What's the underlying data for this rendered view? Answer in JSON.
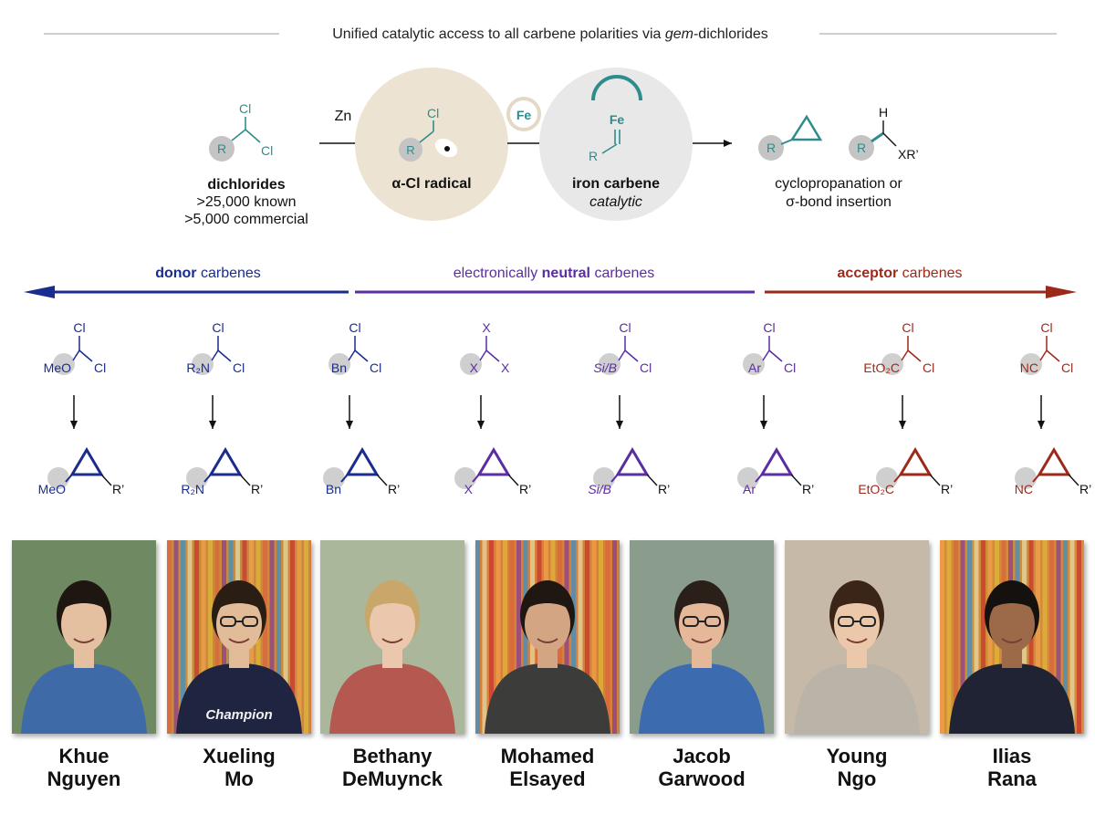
{
  "title": {
    "prefix": "Unified catalytic access to all carbene polarities via ",
    "italic": "gem",
    "suffix": "-dichlorides"
  },
  "colors": {
    "teal": "#2f8c8c",
    "donor": "#1a2c8c",
    "neutral": "#5a2ea0",
    "acceptor": "#9c2a1a",
    "circle_beige": "#ede3d3",
    "circle_gray": "#e8e8e8",
    "group_gray": "#b8b8b8"
  },
  "top": {
    "dichloride": {
      "r": "R",
      "cl1": "Cl",
      "cl2": "Cl",
      "name": "dichlorides",
      "line1": ">25,000 known",
      "line2": ">5,000 commercial"
    },
    "zn": "Zn",
    "radical": {
      "r": "R",
      "cl": "Cl",
      "label": "α-Cl radical"
    },
    "fe_badge": "Fe",
    "carbene": {
      "r": "R",
      "fe": "Fe",
      "label": "iron carbene",
      "sub": "catalytic"
    },
    "products": {
      "r1": "R",
      "r2": "R",
      "h": "H",
      "xr": "XR’",
      "line1": "cyclopropanation or",
      "line2": "σ-bond insertion"
    }
  },
  "polarity": {
    "donor": {
      "bold": "donor",
      "rest": " carbenes"
    },
    "neutral": {
      "pre": "electronically ",
      "bold": "neutral",
      "rest": " carbenes"
    },
    "acceptor": {
      "bold": "acceptor",
      "rest": " carbenes"
    }
  },
  "substrates": [
    {
      "group": "MeO",
      "top": "Cl",
      "right": "Cl",
      "rprime": "R’",
      "polarity": "donor"
    },
    {
      "group": "R₂N",
      "top": "Cl",
      "right": "Cl",
      "rprime": "R’",
      "polarity": "donor"
    },
    {
      "group": "Bn",
      "top": "Cl",
      "right": "Cl",
      "rprime": "R’",
      "polarity": "donor"
    },
    {
      "group": "X",
      "top": "X",
      "right": "X",
      "rprime": "R’",
      "polarity": "neutral"
    },
    {
      "group": "Si/B",
      "top": "Cl",
      "right": "Cl",
      "rprime": "R’",
      "polarity": "neutral"
    },
    {
      "group": "Ar",
      "top": "Cl",
      "right": "Cl",
      "rprime": "R’",
      "polarity": "neutral"
    },
    {
      "group": "EtO₂C",
      "top": "Cl",
      "right": "Cl",
      "rprime": "R’",
      "polarity": "acceptor"
    },
    {
      "group": "NC",
      "top": "Cl",
      "right": "Cl",
      "rprime": "R’",
      "polarity": "acceptor"
    }
  ],
  "people": [
    {
      "first": "Khue",
      "last": "Nguyen",
      "bg": "#6f8a62",
      "shirt": "#3f6aa8",
      "hair": "#1d1611",
      "skin": "#e4c0a0"
    },
    {
      "first": "Xueling",
      "last": "Mo",
      "bg": "#c98a3e",
      "shirt": "#1f2540",
      "hair": "#2a1d14",
      "skin": "#e2bc98",
      "shirt_text": "Champion"
    },
    {
      "first": "Bethany",
      "last": "DeMuynck",
      "bg": "#aab79a",
      "shirt": "#b5584f",
      "hair": "#c9a66a",
      "skin": "#eac7ad"
    },
    {
      "first": "Mohamed",
      "last": "Elsayed",
      "bg": "#d6813a",
      "shirt": "#3c3c3a",
      "hair": "#1e1712",
      "skin": "#d3a583"
    },
    {
      "first": "Jacob",
      "last": "Garwood",
      "bg": "#8a9c8c",
      "shirt": "#3d6bb0",
      "hair": "#2b2019",
      "skin": "#e6b89a"
    },
    {
      "first": "Young",
      "last": "Ngo",
      "bg": "#c7b9a8",
      "shirt": "#b9b3a8",
      "hair": "#3b2418",
      "skin": "#ecc8ab"
    },
    {
      "first": "Ilias",
      "last": "Rana",
      "bg": "#d28b3a",
      "shirt": "#1f2333",
      "hair": "#15110e",
      "skin": "#9c6a48"
    }
  ]
}
